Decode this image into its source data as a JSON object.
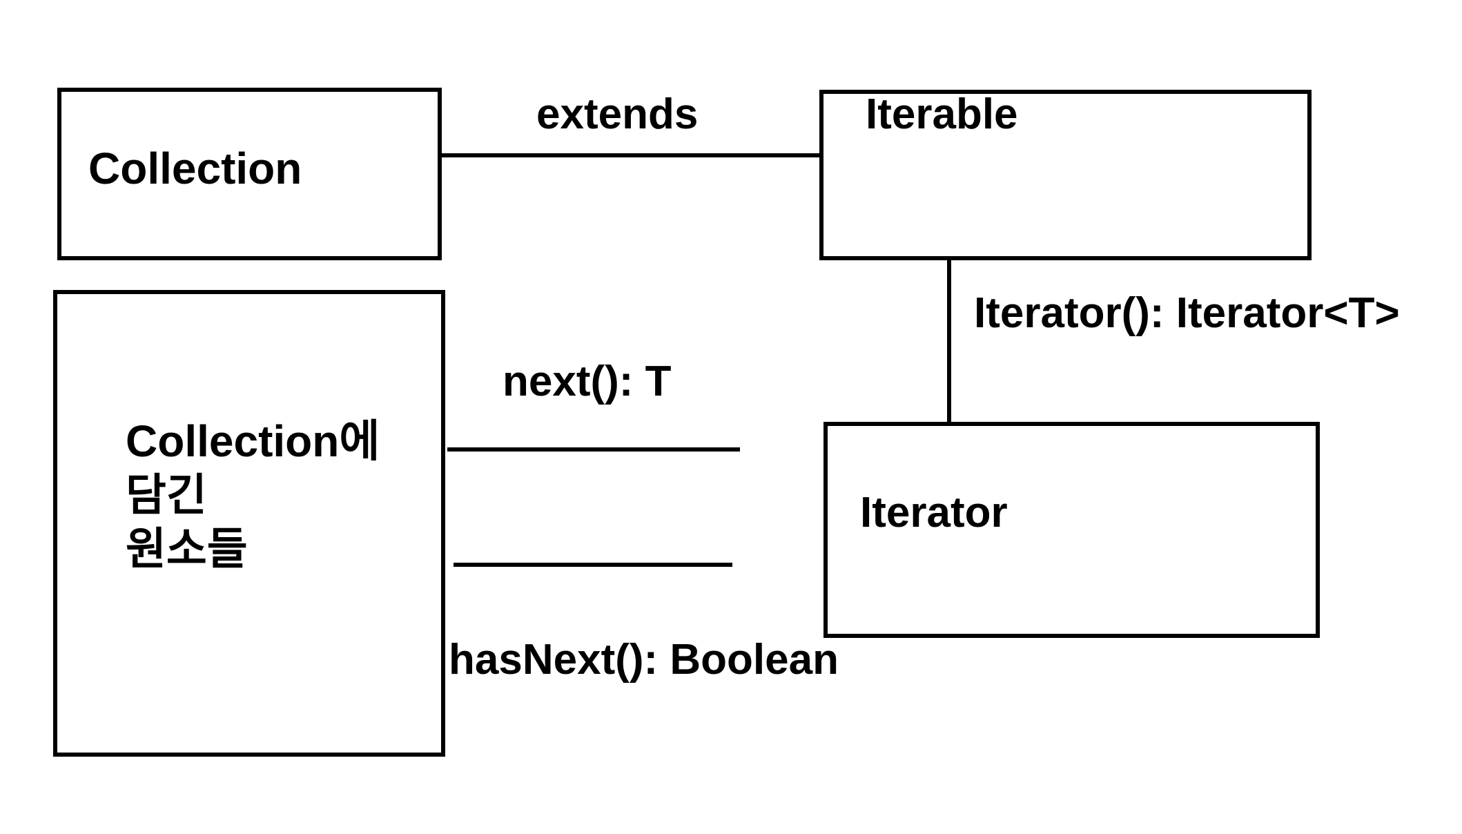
{
  "diagram": {
    "title": "Collection / Iterable / Iterator class relationship diagram",
    "stroke_color": "#000000",
    "background_color": "#ffffff",
    "nodes": [
      {
        "id": "collection",
        "label": "Collection"
      },
      {
        "id": "elements",
        "label": "Collection에\n담긴\n원소들"
      },
      {
        "id": "iterable",
        "label": "Iterable"
      },
      {
        "id": "iterator",
        "label": "Iterator"
      }
    ],
    "edges": [
      {
        "id": "extends",
        "from": "collection",
        "to": "iterable",
        "label": "extends"
      },
      {
        "id": "iterable-iterator",
        "from": "iterable",
        "to": "iterator",
        "label": "Iterator(): Iterator<T>"
      },
      {
        "id": "next",
        "from": "elements",
        "to": "iterator",
        "label": "next(): T"
      },
      {
        "id": "hasnext",
        "from": "elements",
        "to": "iterator",
        "label": "hasNext(): Boolean"
      }
    ]
  }
}
